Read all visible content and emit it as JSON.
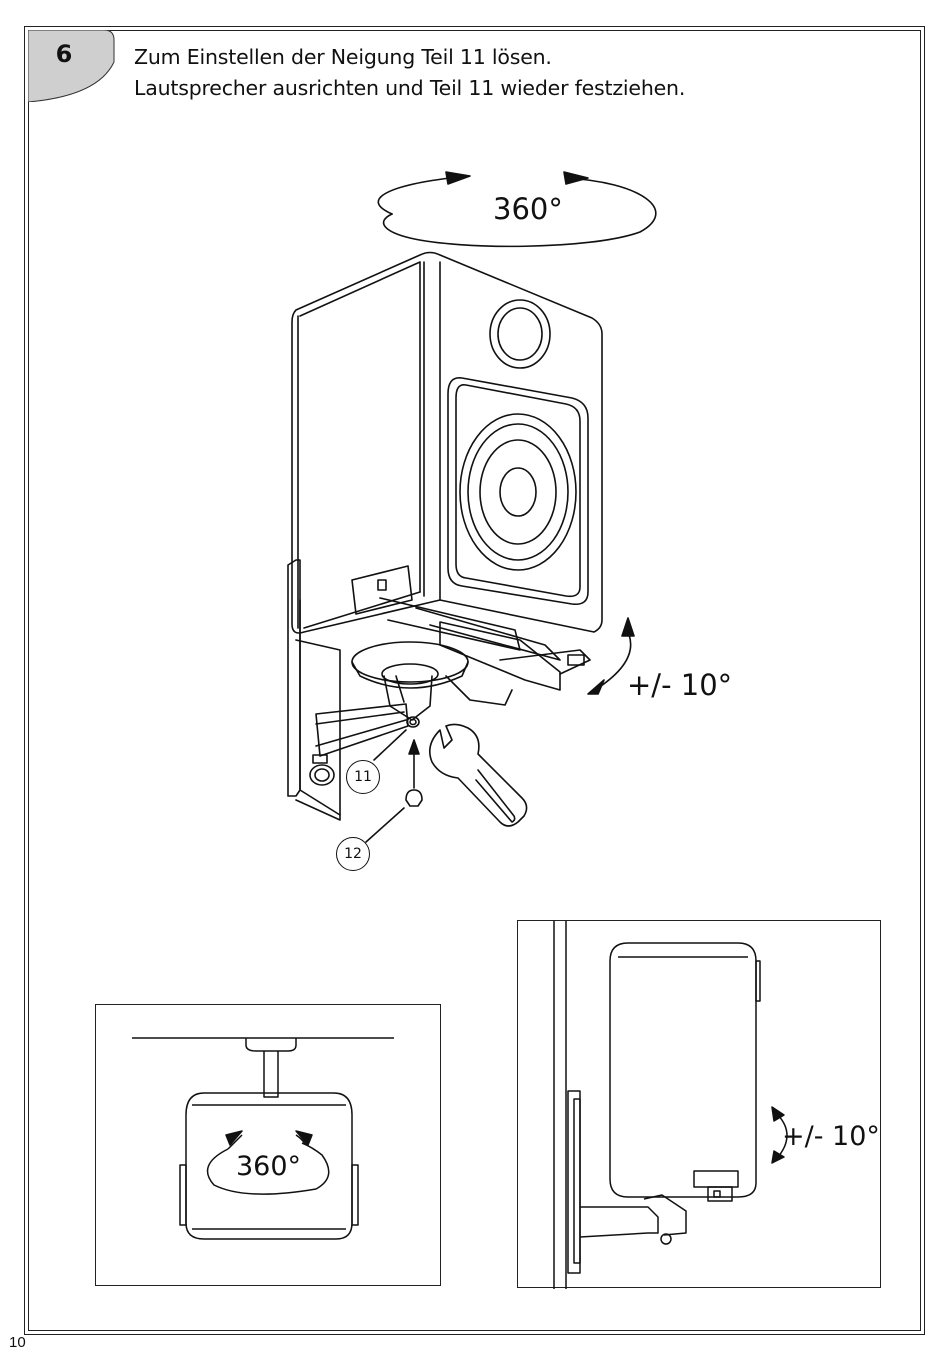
{
  "step": {
    "number": "6"
  },
  "instructions": {
    "line1": "Zum Einstellen der Neigung Teil 11 lösen.",
    "line2": "Lautsprecher ausrichten und Teil 11 wieder festziehen."
  },
  "main_figure": {
    "rotation_label": "360°",
    "tilt_label": "+/- 10°",
    "callout_11": "11",
    "callout_12": "12"
  },
  "inset_left": {
    "rotation_label": "360°"
  },
  "inset_right": {
    "tilt_label": "+/- 10°"
  },
  "footer": {
    "page_number": "10"
  },
  "colors": {
    "tab_gray": "#cfcfcf",
    "line": "#111111"
  }
}
